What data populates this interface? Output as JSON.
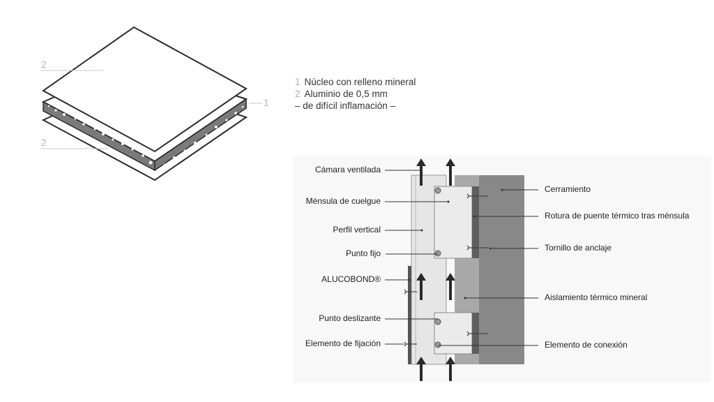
{
  "panel_diagram": {
    "callouts": [
      {
        "id": "top-sheet",
        "number": "2"
      },
      {
        "id": "core",
        "number": "1"
      },
      {
        "id": "bottom-sheet",
        "number": "2"
      }
    ]
  },
  "legend": {
    "items": [
      {
        "number": "1",
        "text": "Núcleo con relleno mineral"
      },
      {
        "number": "2",
        "text": "Aluminio de 0,5 mm"
      }
    ],
    "note": "– de difícil inflamación –"
  },
  "section_diagram": {
    "left_labels": [
      "Cámara ventilada",
      "Ménsula de cuelgue",
      "Perfil vertical",
      "Punto fijo",
      "ALUCOBOND®",
      "Punto deslizante",
      "Elemento de fijación"
    ],
    "right_labels": [
      "Cerramiento",
      "Rotura de puente térmico tras ménsula",
      "Tornillo de anclaje",
      "Aislamiento térmico mineral",
      "Elemento de conexión"
    ],
    "colors": {
      "background": "#f7f7f7",
      "profile": "#e6e6e6",
      "bracket": "#e8e8e8",
      "insulation": "#a8a8a8",
      "wall": "#888888",
      "thermal_break": "#5e5e5e",
      "panel": "#555555",
      "arrow": "#2a2a2a"
    }
  }
}
